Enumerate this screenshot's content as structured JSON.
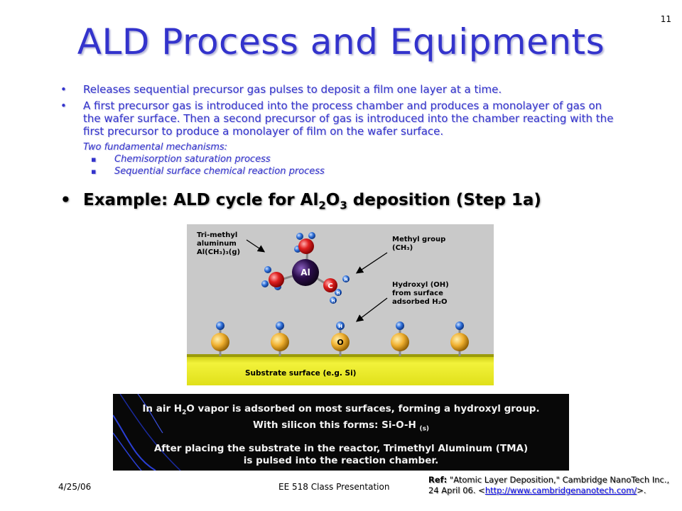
{
  "slide": {
    "number": "11",
    "title": "ALD Process and Equipments",
    "bullets": [
      "Releases sequential precursor gas pulses to deposit a film one layer at a time.",
      "A first precursor gas is introduced into the process chamber and produces a monolayer of gas on the wafer surface.  Then a second precursor of gas is introduced into the chamber reacting with the first precursor to produce a monolayer of film on the wafer surface."
    ],
    "bullet_marker": "•",
    "sub_heading": "Two fundamental mechanisms:",
    "sub_marker": "▪",
    "sub_items": [
      "Chemisorption saturation process",
      "Sequential surface chemical reaction process"
    ],
    "example": {
      "prefix": "Example: ALD cycle for Al",
      "sub1": "2",
      "mid": "O",
      "sub2": "3",
      "suffix": " deposition (Step 1a)"
    }
  },
  "diagram": {
    "tma_label": [
      "Tri-methyl",
      "aluminum",
      "Al(CH₃)₃(g)"
    ],
    "methyl_label": [
      "Methyl group",
      "(CH₃)"
    ],
    "hydroxyl_label": [
      "Hydroxyl (OH)",
      "from surface",
      "adsorbed H₂O"
    ],
    "al_atom": "Al",
    "c_atom": "C",
    "h_atom": "H",
    "o_atom": "O",
    "substrate_label": "Substrate surface (e.g. Si)",
    "colors": {
      "background": "#c9c9c9",
      "substrate": "#e8e81c",
      "al": "#2a0d4a",
      "carbon": "#e02020",
      "hydrogen": "#2e6fd8",
      "oxygen": "#f0b030"
    }
  },
  "info_box": {
    "line1_a": "In air H",
    "line1_sub": "2",
    "line1_b": "O vapor is adsorbed on most surfaces, forming a hydroxyl group.",
    "line2_a": "With silicon this forms: Si-O-H ",
    "line2_sub": "(s)",
    "line3": "After placing the substrate in the reactor, Trimethyl Aluminum (TMA)",
    "line4": "is pulsed into the reaction chamber."
  },
  "footer": {
    "date": "4/25/06",
    "center": "EE 518 Class Presentation",
    "ref_label": "Ref:",
    "ref_text": " \"Atomic Layer Deposition,\" Cambridge NanoTech Inc., 24 April 06. <",
    "ref_link": "http://www.cambridgenanotech.com/",
    "ref_end": ">."
  }
}
